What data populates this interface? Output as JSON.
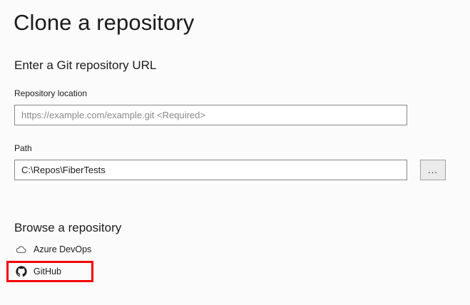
{
  "page": {
    "title": "Clone a repository",
    "background_color": "#fbfbfb"
  },
  "url_section": {
    "heading": "Enter a Git repository URL",
    "fields": {
      "repository_location": {
        "label": "Repository location",
        "value": "",
        "placeholder": "https://example.com/example.git <Required>"
      },
      "path": {
        "label": "Path",
        "value": "C:\\Repos\\FiberTests",
        "placeholder": ""
      }
    },
    "browse_button_label": "..."
  },
  "browse_section": {
    "heading": "Browse a repository",
    "providers": [
      {
        "label": "Azure DevOps",
        "icon": "cloud-icon",
        "highlighted": false
      },
      {
        "label": "GitHub",
        "icon": "github-icon",
        "highlighted": true
      }
    ],
    "highlight_color": "#f40000"
  }
}
